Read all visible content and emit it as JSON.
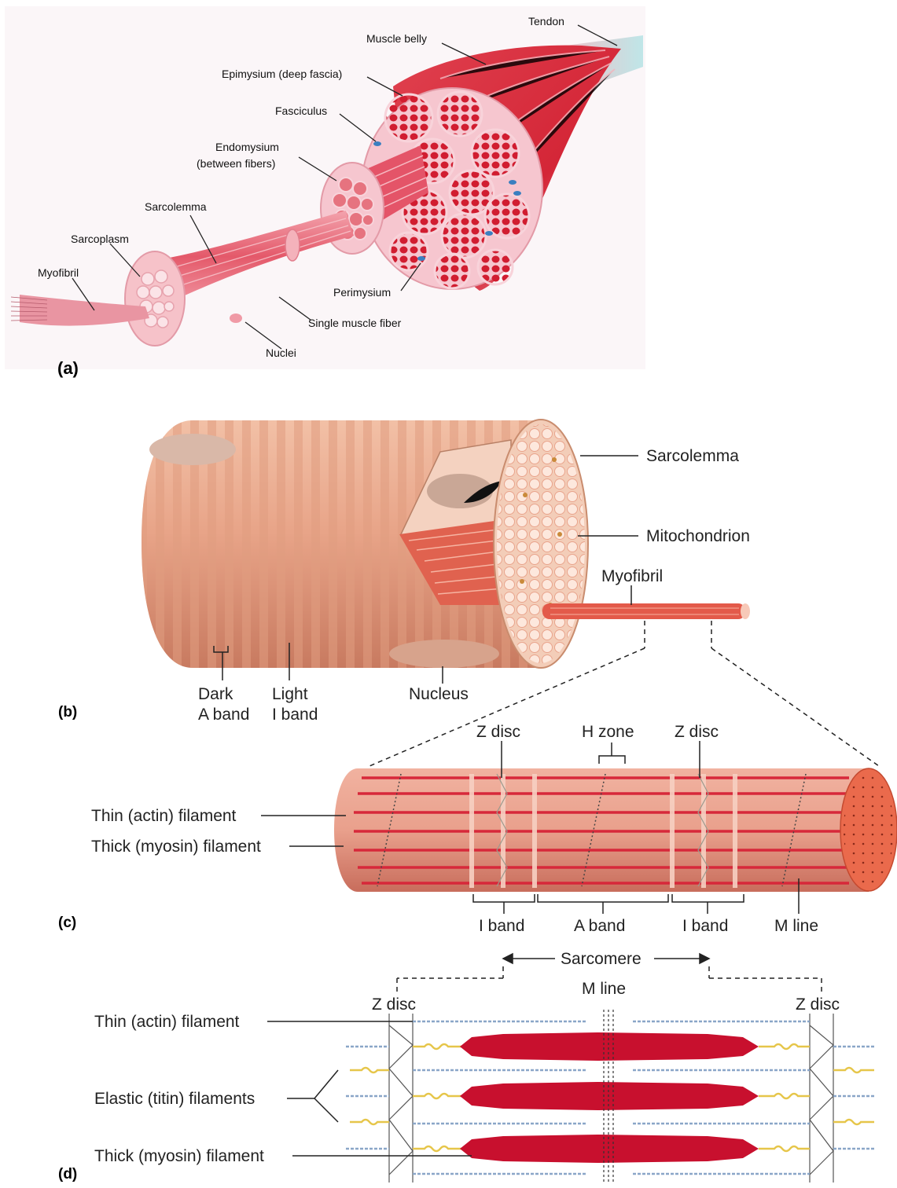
{
  "panel_a": {
    "tag": "(a)",
    "labels": {
      "tendon": "Tendon",
      "muscle_belly": "Muscle belly",
      "epimysium": "Epimysium (deep fascia)",
      "fasciculus": "Fasciculus",
      "endomysium_1": "Endomysium",
      "endomysium_2": "(between fibers)",
      "sarcolemma": "Sarcolemma",
      "sarcoplasm": "Sarcoplasm",
      "myofibril": "Myofibril",
      "perimysium": "Perimysium",
      "single_fiber": "Single muscle fiber",
      "nuclei": "Nuclei"
    }
  },
  "panel_b": {
    "tag": "(b)",
    "labels": {
      "sarcolemma": "Sarcolemma",
      "mitochondrion": "Mitochondrion",
      "myofibril": "Myofibril",
      "nucleus": "Nucleus",
      "dark": "Dark",
      "a_band": "A band",
      "light": "Light",
      "i_band": "I band"
    }
  },
  "panel_c": {
    "tag": "(c)",
    "labels": {
      "z_disc_left": "Z disc",
      "h_zone": "H zone",
      "z_disc_right": "Z disc",
      "thin_filament": "Thin (actin) filament",
      "thick_filament": "Thick (myosin) filament",
      "i_band_left": "I band",
      "a_band": "A band",
      "i_band_right": "I band",
      "m_line": "M line",
      "sarcomere": "Sarcomere"
    }
  },
  "panel_d": {
    "tag": "(d)",
    "labels": {
      "m_line": "M line",
      "z_disc_left": "Z disc",
      "z_disc_right": "Z disc",
      "thin_filament": "Thin (actin) filament",
      "elastic_filaments": "Elastic (titin) filaments",
      "thick_filament": "Thick (myosin) filament"
    }
  },
  "colors": {
    "muscle_red": "#d8283a",
    "muscle_pink": "#ef8f9c",
    "fiber_tan": "#e7a98e",
    "myosin": "#c8102e",
    "titin": "#e6c64a",
    "actin": "#8aa6c8"
  }
}
